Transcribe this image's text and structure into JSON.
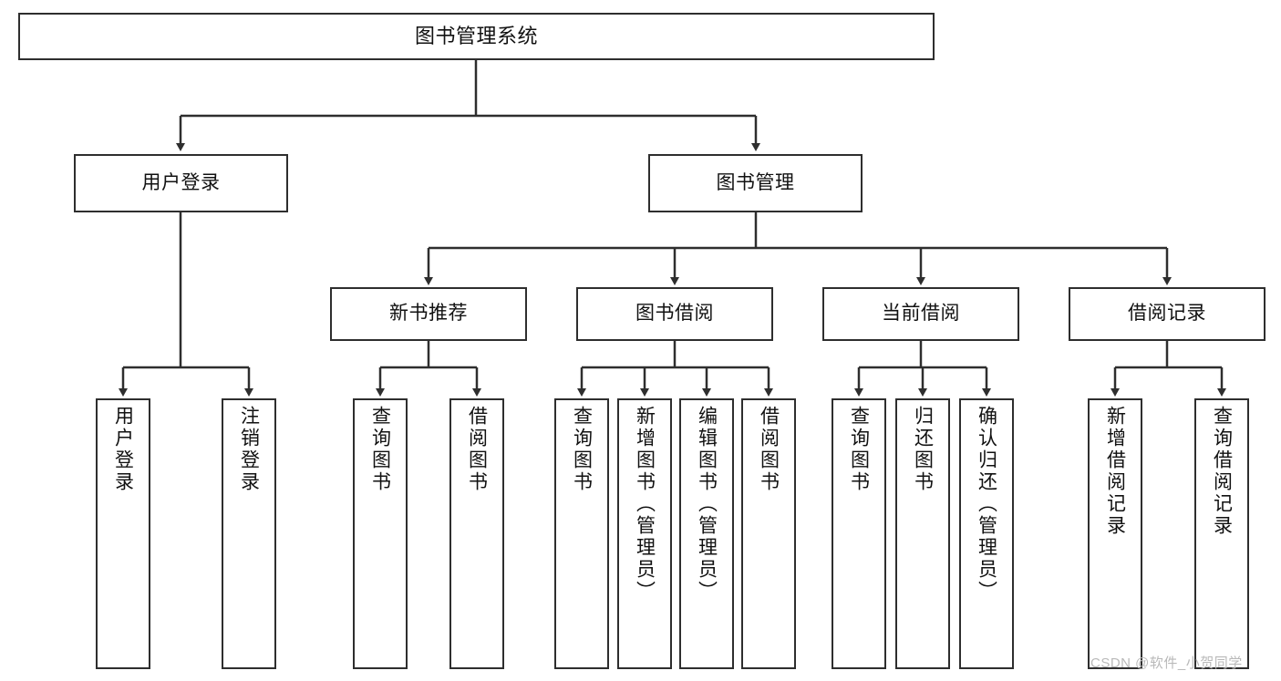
{
  "diagram": {
    "type": "tree-hierarchy",
    "title": "图书管理系统",
    "root": {
      "label": "图书管理系统"
    },
    "level2": [
      {
        "id": "user-login",
        "label": "用户登录"
      },
      {
        "id": "book-manage",
        "label": "图书管理"
      }
    ],
    "level3": [
      {
        "id": "new-book-rec",
        "label": "新书推荐",
        "parent": "book-manage"
      },
      {
        "id": "book-borrow",
        "label": "图书借阅",
        "parent": "book-manage"
      },
      {
        "id": "current-borrow",
        "label": "当前借阅",
        "parent": "book-manage"
      },
      {
        "id": "borrow-record",
        "label": "借阅记录",
        "parent": "book-manage"
      }
    ],
    "leaves": [
      {
        "id": "leaf-user-login",
        "label": "用户登录",
        "parent": "user-login"
      },
      {
        "id": "leaf-logout",
        "label": "注销登录",
        "parent": "user-login"
      },
      {
        "id": "leaf-query-book-1",
        "label": "查询图书",
        "parent": "new-book-rec"
      },
      {
        "id": "leaf-borrow-book-1",
        "label": "借阅图书",
        "parent": "new-book-rec"
      },
      {
        "id": "leaf-query-book-2",
        "label": "查询图书",
        "parent": "book-borrow"
      },
      {
        "id": "leaf-add-book",
        "label": "新增图书（管理员）",
        "parent": "book-borrow"
      },
      {
        "id": "leaf-edit-book",
        "label": "编辑图书（管理员）",
        "parent": "book-borrow"
      },
      {
        "id": "leaf-borrow-book-2",
        "label": "借阅图书",
        "parent": "book-borrow"
      },
      {
        "id": "leaf-query-book-3",
        "label": "查询图书",
        "parent": "current-borrow"
      },
      {
        "id": "leaf-return-book",
        "label": "归还图书",
        "parent": "current-borrow"
      },
      {
        "id": "leaf-confirm-return",
        "label": "确认归还（管理员）",
        "parent": "current-borrow"
      },
      {
        "id": "leaf-add-record",
        "label": "新增借阅记录",
        "parent": "borrow-record"
      },
      {
        "id": "leaf-query-record",
        "label": "查询借阅记录",
        "parent": "borrow-record"
      }
    ],
    "colors": {
      "stroke": "#2e2e2e",
      "fill": "#ffffff",
      "text": "#111111",
      "watermark": "#b9b9b9"
    }
  },
  "watermark": {
    "text": "CSDN @软件_小贺同学"
  }
}
